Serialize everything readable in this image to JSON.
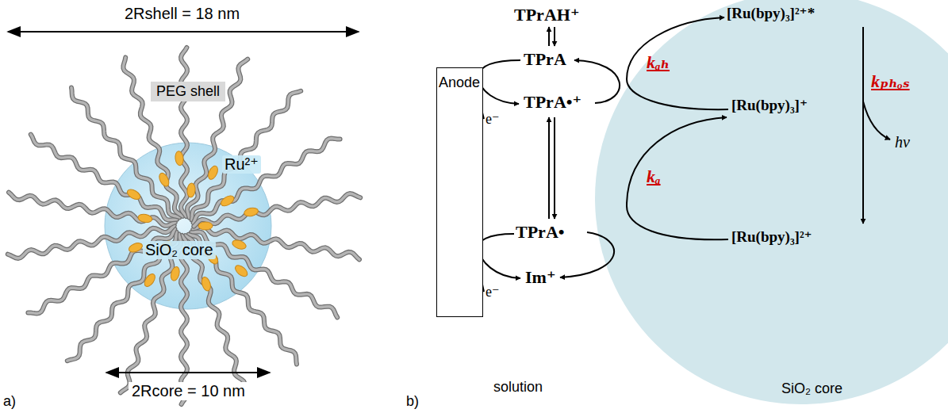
{
  "diagram": {
    "nodes": [
      {
        "text": [
          "Ru²⁺",
          "SiO₂ core"
        ]
      },
      {
        "text": [
          "PEG shell"
        ]
      },
      {
        "text": [
          "Anode"
        ]
      },
      {
        "text": [
          "SiO₂ core"
        ]
      }
    ],
    "labels": [
      "2Rshell = 18 nm",
      "2Rcore = 10 nm",
      "a)",
      "TPrAH⁺",
      "TPrA",
      "TPrA•⁺",
      "TPrA•",
      "Im⁺",
      "e⁻",
      "e⁻",
      "kₐₕ",
      "kₐ",
      "[Ru(bpy)₃]²⁺*",
      "[Ru(bpy)₃]⁺",
      "[Ru(bpy)₃]²⁺",
      "kₚₕₒₛ",
      "hν",
      "solution",
      "b)"
    ]
  }
}
